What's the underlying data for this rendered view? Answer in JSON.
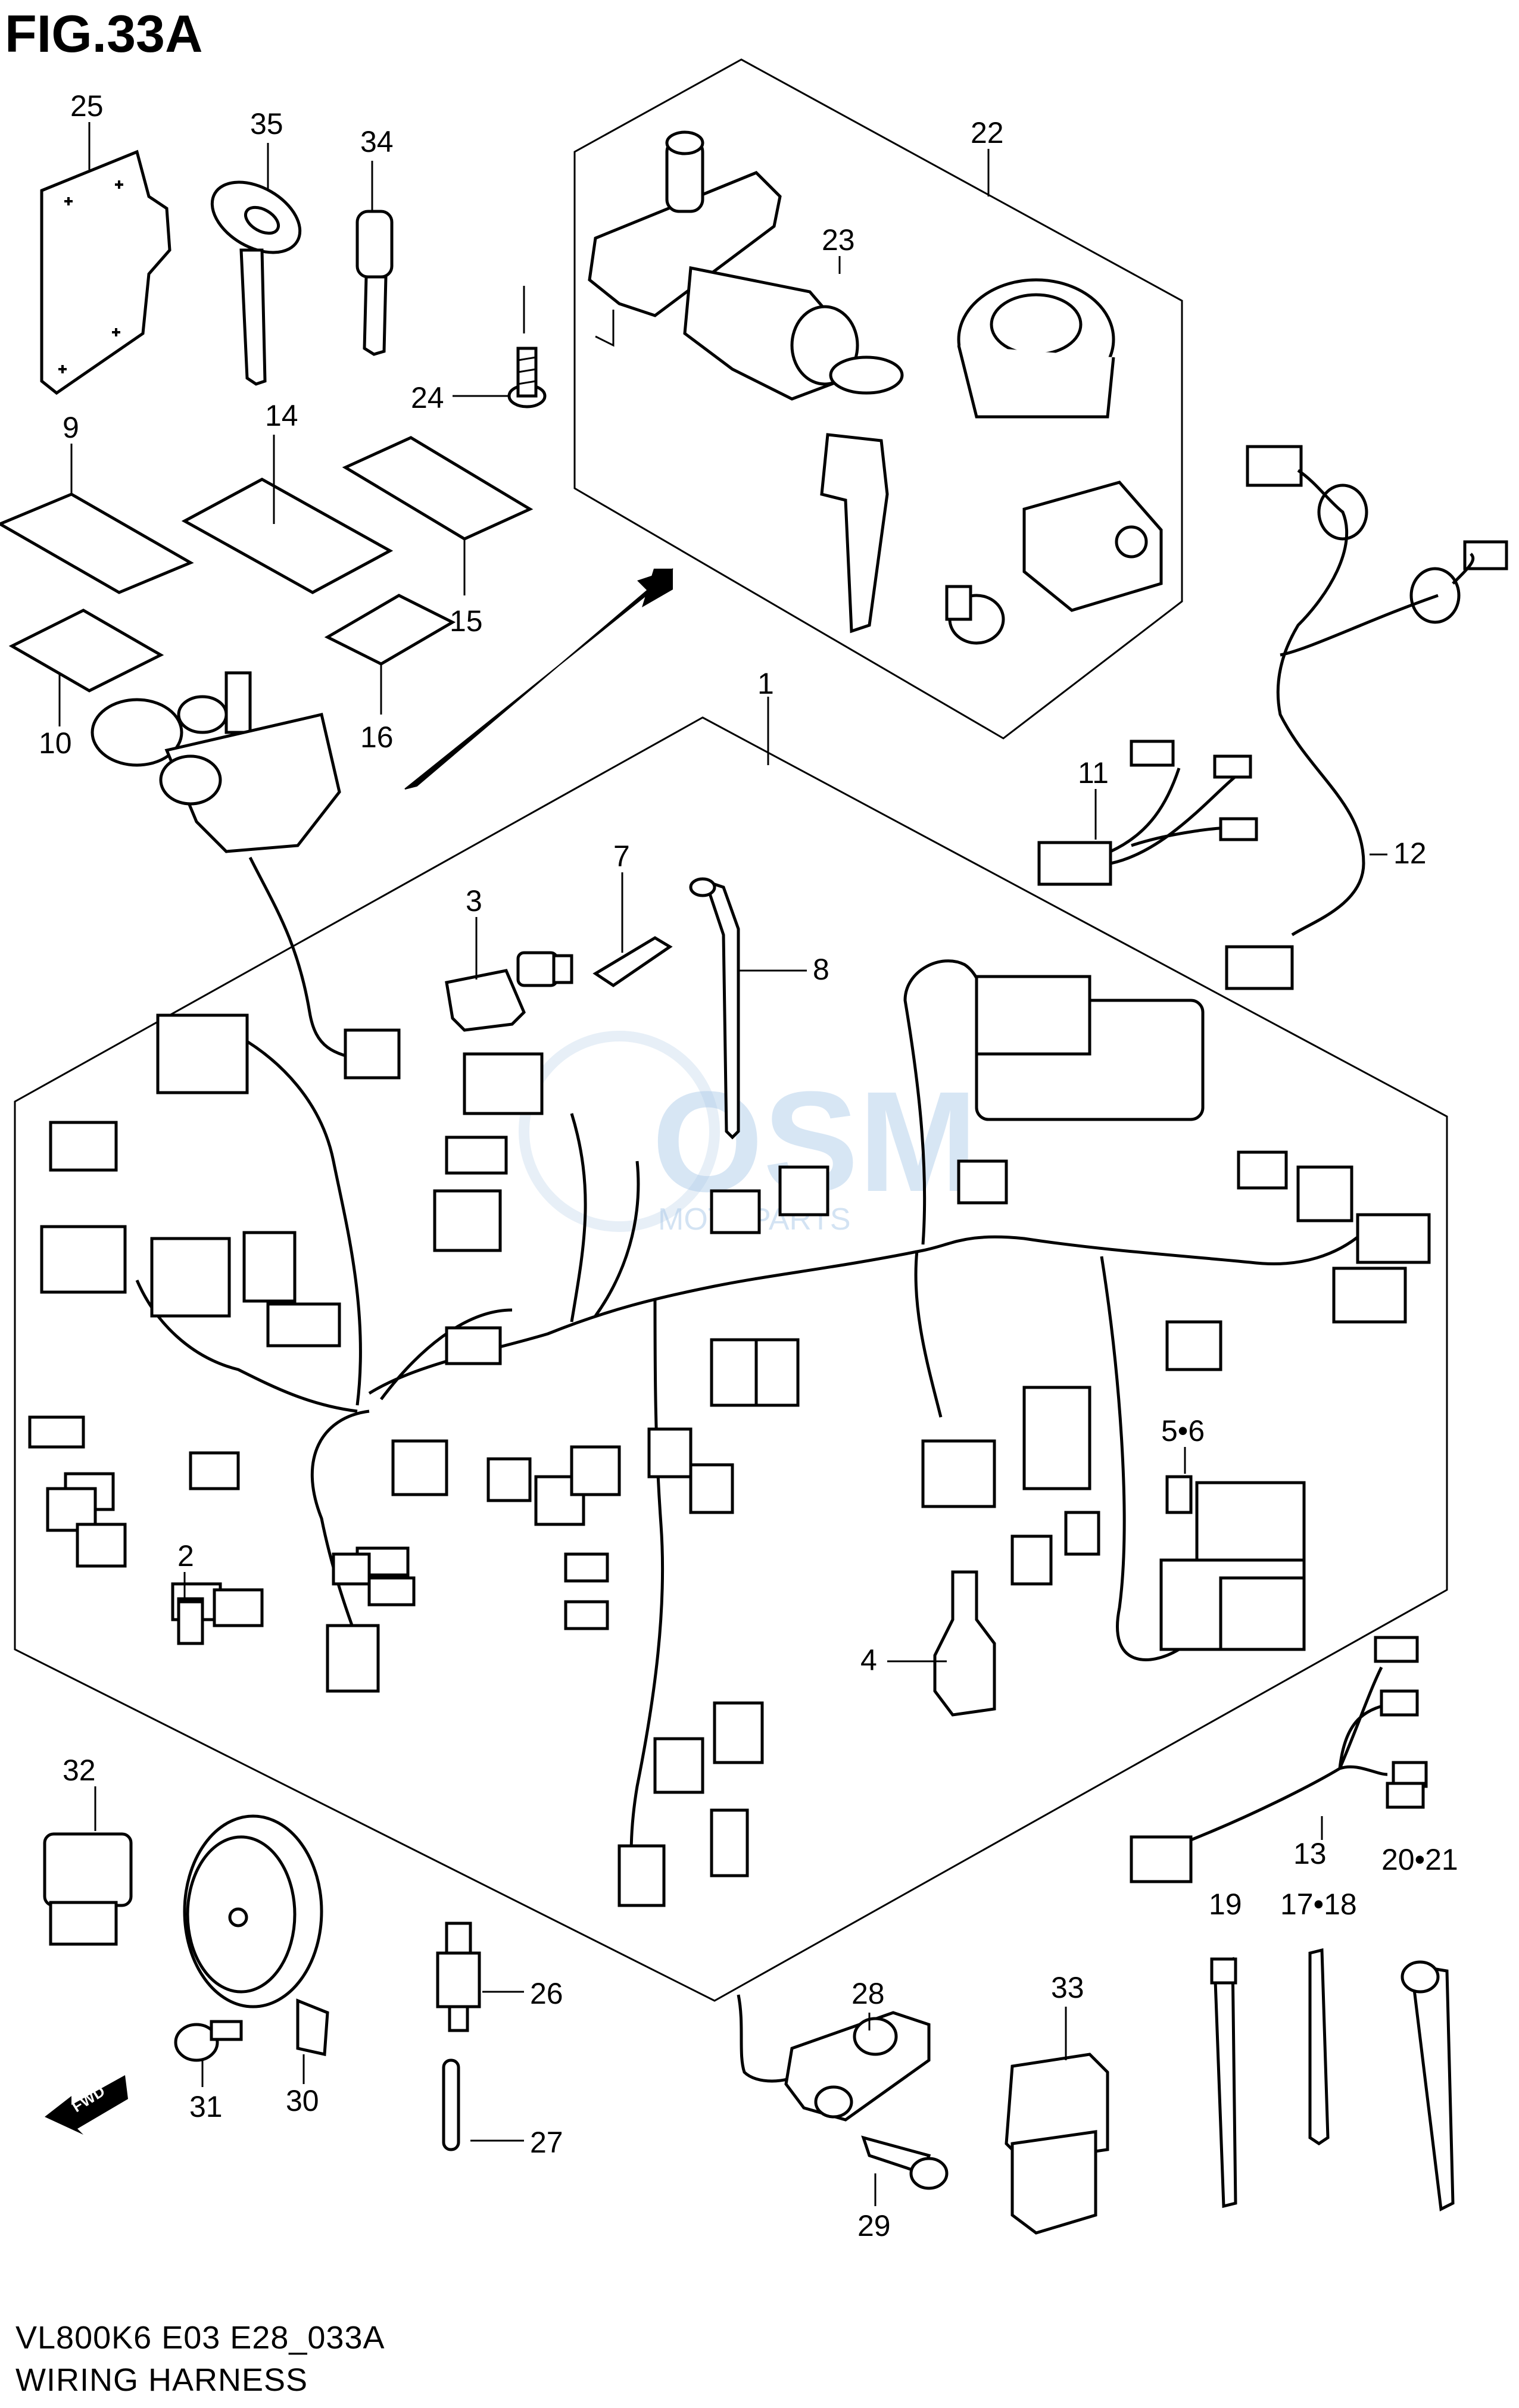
{
  "figure": {
    "fig_label": "FIG.33A",
    "model_code": "VL800K6 E03 E28_033A",
    "name": "WIRING HARNESS"
  },
  "watermark": {
    "text": "OSM",
    "subtext": "MOTOPARTS"
  },
  "fwd_label": "FWD",
  "callouts": {
    "c1": "1",
    "c2": "2",
    "c3": "3",
    "c4": "4",
    "c56": "5•6",
    "c7": "7",
    "c8": "8",
    "c9": "9",
    "c10": "10",
    "c11": "11",
    "c12": "12",
    "c13": "13",
    "c14": "14",
    "c15": "15",
    "c16": "16",
    "c1718": "17•18",
    "c19": "19",
    "c2021": "20•21",
    "c22": "22",
    "c23": "23",
    "c24": "24",
    "c25": "25",
    "c26": "26",
    "c27": "27",
    "c28": "28",
    "c29": "29",
    "c30": "30",
    "c31": "31",
    "c32": "32",
    "c33": "33",
    "c34": "34",
    "c35": "35"
  }
}
